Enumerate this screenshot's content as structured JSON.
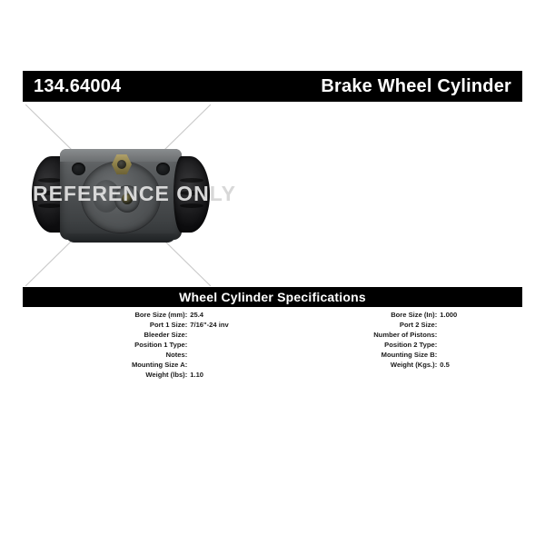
{
  "header": {
    "part_number": "134.64004",
    "product_name": "Brake Wheel Cylinder"
  },
  "photo": {
    "watermark_text": "REFERENCE ONLY",
    "alt": "Brake wheel cylinder front view with twin rubber boots and bleeder screw"
  },
  "specifications": {
    "section_title": "Wheel Cylinder Specifications",
    "left_column": [
      {
        "label": "Bore Size (mm):",
        "value": "25.4"
      },
      {
        "label": "Port 1 Size:",
        "value": "7/16\"-24 inv"
      },
      {
        "label": "Bleeder Size:",
        "value": ""
      },
      {
        "label": "Position 1 Type:",
        "value": ""
      },
      {
        "label": "Notes:",
        "value": ""
      },
      {
        "label": "Mounting Size A:",
        "value": ""
      },
      {
        "label": "Weight (lbs):",
        "value": "1.10"
      }
    ],
    "right_column": [
      {
        "label": "Bore Size (In):",
        "value": "1.000"
      },
      {
        "label": "Port 2 Size:",
        "value": ""
      },
      {
        "label": "Number of Pistons:",
        "value": ""
      },
      {
        "label": "Position 2 Type:",
        "value": ""
      },
      {
        "label": "Mounting Size B:",
        "value": ""
      },
      {
        "label": "Weight (Kgs.):",
        "value": "0.5"
      }
    ]
  },
  "colors": {
    "bar_background": "#000000",
    "bar_text": "#ffffff",
    "page_background": "#ffffff",
    "watermark": "#d8d8d8",
    "cross_line": "#c9c9c9",
    "body_metal": "#55585a",
    "boot_rubber": "#1a1a1c",
    "bleeder_brass": "#8d8048"
  }
}
